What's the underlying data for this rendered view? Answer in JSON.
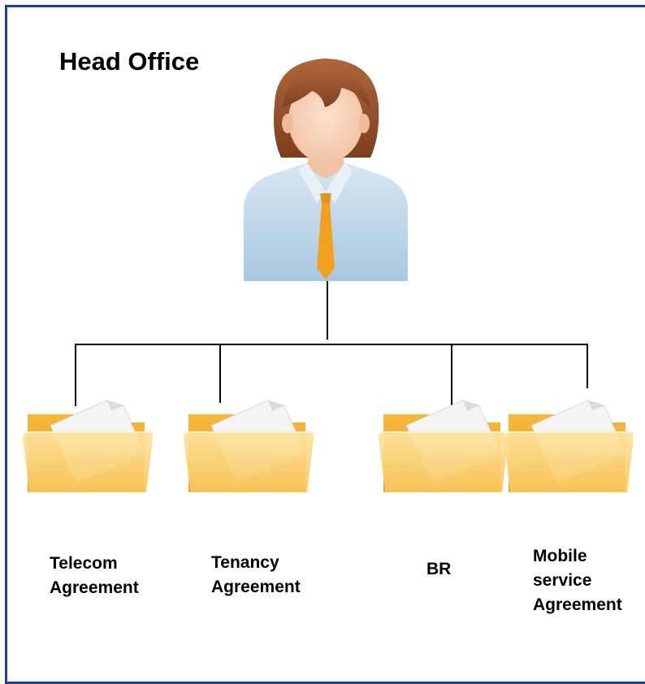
{
  "title": "Head Office",
  "icons": {
    "person": "person-icon",
    "folder": "folder-icon"
  },
  "colors": {
    "frame": "#1f3f99",
    "folder": "#f7c456",
    "tie": "#f0a21f",
    "shirt": "#bcd6ea"
  },
  "folders": [
    {
      "label_lines": [
        "Telecom",
        "Agreement"
      ]
    },
    {
      "label_lines": [
        "Tenancy",
        "Agreement"
      ]
    },
    {
      "label_lines": [
        "BR"
      ]
    },
    {
      "label_lines": [
        "Mobile",
        "service",
        "Agreement"
      ]
    }
  ]
}
